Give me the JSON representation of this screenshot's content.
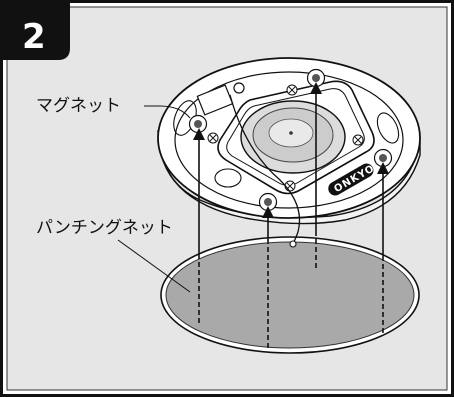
{
  "step": {
    "number": "2"
  },
  "callouts": {
    "magnet_net": "マグネット",
    "punching_net": "パンチングネット"
  },
  "speaker": {
    "brand_logo": "ONKYO"
  },
  "colors": {
    "frame_border": "#111111",
    "background_panel": "#e6e6e6",
    "step_badge": "#111111",
    "net_fill": "#a9a9a9",
    "speaker_face": "#ffffff",
    "driver_gray": "#cccccc"
  }
}
